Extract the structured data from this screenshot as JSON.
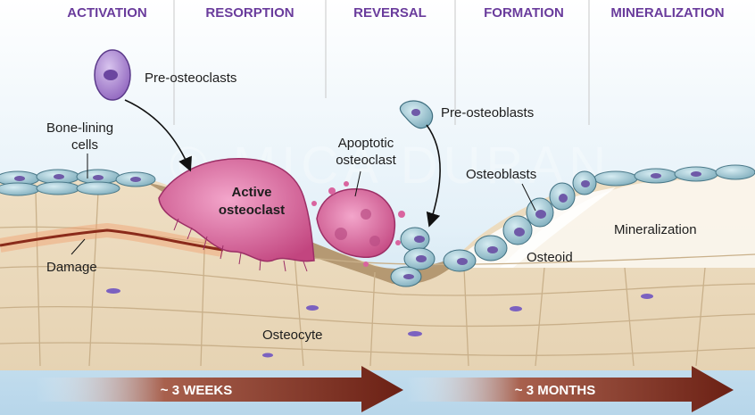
{
  "phases": [
    "ACTIVATION",
    "RESORPTION",
    "REVERSAL",
    "FORMATION",
    "MINERALIZATION"
  ],
  "labels": {
    "pre_osteoclasts": "Pre-osteoclasts",
    "bone_lining_1": "Bone-lining",
    "bone_lining_2": "cells",
    "active_osteoclast_1": "Active",
    "active_osteoclast_2": "osteoclast",
    "apoptotic_1": "Apoptotic",
    "apoptotic_2": "osteoclast",
    "pre_osteoblasts": "Pre-osteoblasts",
    "osteoblasts": "Osteoblasts",
    "mineralization": "Mineralization",
    "osteoid": "Osteoid",
    "damage": "Damage",
    "osteocyte": "Osteocyte"
  },
  "timeline": {
    "weeks": "~ 3 WEEKS",
    "months": "~ 3 MONTHS"
  },
  "watermark": "© MICA DURAN",
  "colors": {
    "phase_title": "#6a3c9c",
    "bone": "#ecdcc0",
    "osteoclast": "#d9649f",
    "osteoblast": "#8fb8c6",
    "arrow": "#7a2a1c"
  }
}
